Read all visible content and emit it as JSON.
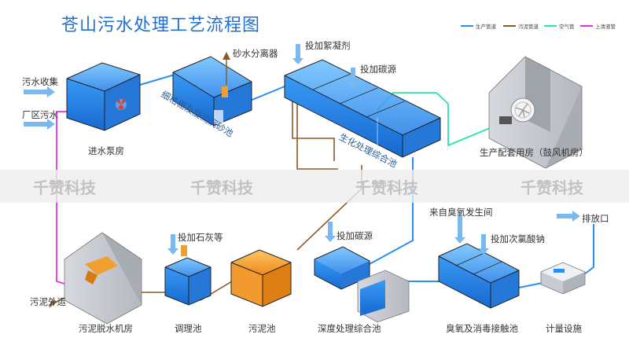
{
  "title": "苍山污水处理工艺流程图",
  "watermark": "千赞科技",
  "legend": [
    {
      "label": "生产管道",
      "color": "#2a8ff0"
    },
    {
      "label": "污泥管道",
      "color": "#8a5a2a"
    },
    {
      "label": "空气管",
      "color": "#27e6a0"
    },
    {
      "label": "上清液管",
      "color": "#e033e0"
    }
  ],
  "inputs": {
    "sewage_collect": "污水收集",
    "plant_sewage": "厂区污水"
  },
  "units": {
    "inlet_pump": "进水泵房",
    "grit_separator": "砂水分离器",
    "grille": "细格栅及旋流沉砂池",
    "coagulant": "投加絮凝剂",
    "carbon1": "投加碳源",
    "biochem": "生化处理综合池",
    "blower": "生产配套用房（鼓风机房）",
    "dewater": "污泥脱水机房",
    "sludge_out": "污泥外运",
    "lime": "投加石灰等",
    "conditioning": "调理池",
    "sludge_tank": "污泥池",
    "carbon2": "投加碳源",
    "deep": "深度处理综合池",
    "ozone_source": "来自臭氧发生间",
    "hypochlorite": "投加次氯酸钠",
    "ozone_contact": "臭氧及消毒接触池",
    "metering": "计量设施",
    "discharge": "排放口"
  },
  "colors": {
    "title": "#1e6fd6",
    "water": "#2e8df0",
    "pipe_production": "#2a8ff0",
    "pipe_sludge": "#8a5a2a",
    "pipe_air": "#27e6a0",
    "pipe_supernatant": "#e033e0",
    "sludge": "#f0a030",
    "building": "#c9ccd2"
  },
  "icons": [
    "arrow-icon",
    "fan-icon",
    "blower-icon",
    "tank-icon"
  ]
}
